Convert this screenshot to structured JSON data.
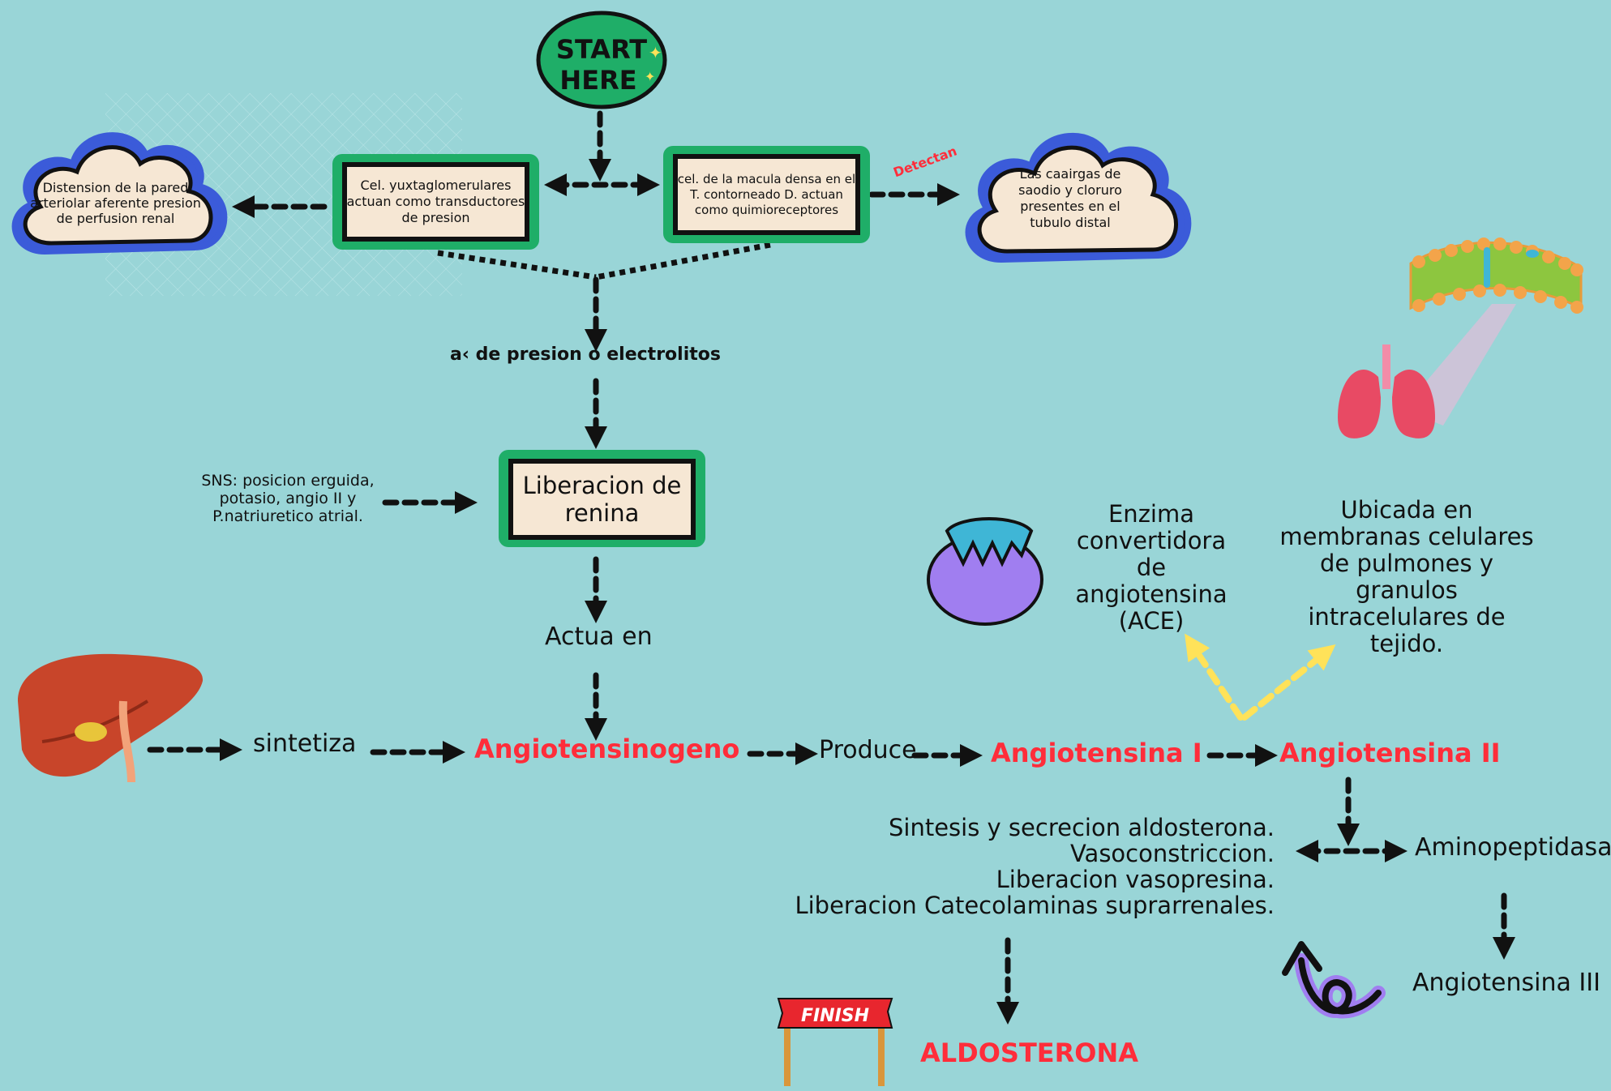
{
  "start_label_1": "START",
  "start_label_2": "HERE",
  "cloud_left": "Distension de la pared arteriolar aferente presion de perfusion renal",
  "box_yuxta": "Cel. yuxtaglomerulares actuan como transductores de presion",
  "box_macula": "cel. de la macula densa en el T. contorneado D. actuan como quimioreceptores",
  "detectan": "Detectan",
  "cloud_right": "Las caairgas de saodio y cloruro presentes en el tubulo distal",
  "change_label": "a‹ de presion o electrolitos",
  "sns_text": "SNS: posicion erguida, potasio, angio II y P.natriuretico atrial.",
  "renina_box": "Liberacion de renina",
  "actua_en": "Actua en",
  "enzima_text": "Enzima convertidora de angiotensina (ACE)",
  "ubicada_text": "Ubicada en membranas celulares de pulmones y granulos intracelulares de tejido.",
  "sintetiza": "sintetiza",
  "angiotensinogeno": "Angiotensinogeno",
  "produce": "Produce",
  "angiotensina_1": "Angiotensina I",
  "angiotensina_2": "Angiotensina II",
  "effects": [
    "Sintesis y secrecion aldosterona.",
    "Vasoconstriccion.",
    "Liberacion vasopresina.",
    "Liberacion Catecolaminas suprarrenales."
  ],
  "aminopeptidasa": "Aminopeptidasa",
  "angiotensina_3": "Angiotensina III",
  "finish_label": "FINISH",
  "aldosterona": "ALDOSTERONA",
  "icons": [
    "start-badge",
    "cloud-icon",
    "lungs-icon",
    "cell-membrane-icon",
    "enzyme-icon",
    "liver-icon",
    "finish-banner-icon",
    "curved-arrow-icon"
  ],
  "colors": {
    "background": "#99d5d7",
    "accent_red": "#ff2d3a",
    "box_green": "#1fae68",
    "cloud_blue": "#3b5bd9",
    "box_fill": "#f6e7d4",
    "yellow_arrow": "#ffe259"
  }
}
